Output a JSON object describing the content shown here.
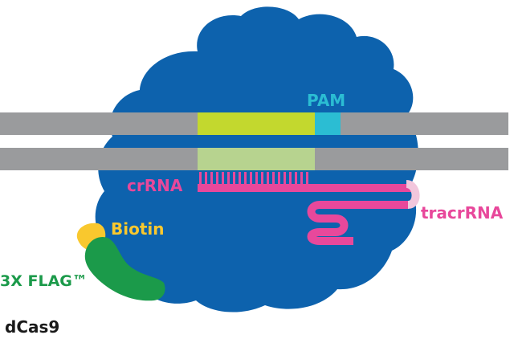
{
  "labels": {
    "pam": "PAM",
    "crrna": "crRNA",
    "tracrrna": "tracrRNA",
    "biotin": "Biotin",
    "flag": "3X FLAG™",
    "protein": "dCas9"
  },
  "colors": {
    "protein": "#0d62ad",
    "dna": "#9a9b9d",
    "target_strand": "#c3d82e",
    "target_strand_light": "#b7d38f",
    "pam": "#2bbdd3",
    "rna": "#e8489b",
    "rna_loop": "#f2c6dc",
    "biotin": "#f9c82e",
    "flag": "#1b9a4a",
    "pam_text": "#2bbdd3",
    "crrna_text": "#e8489b",
    "tracrrna_text": "#e8489b",
    "biotin_text": "#f9c82e",
    "flag_text": "#1b9a4a",
    "protein_text": "#1a1a1a"
  }
}
